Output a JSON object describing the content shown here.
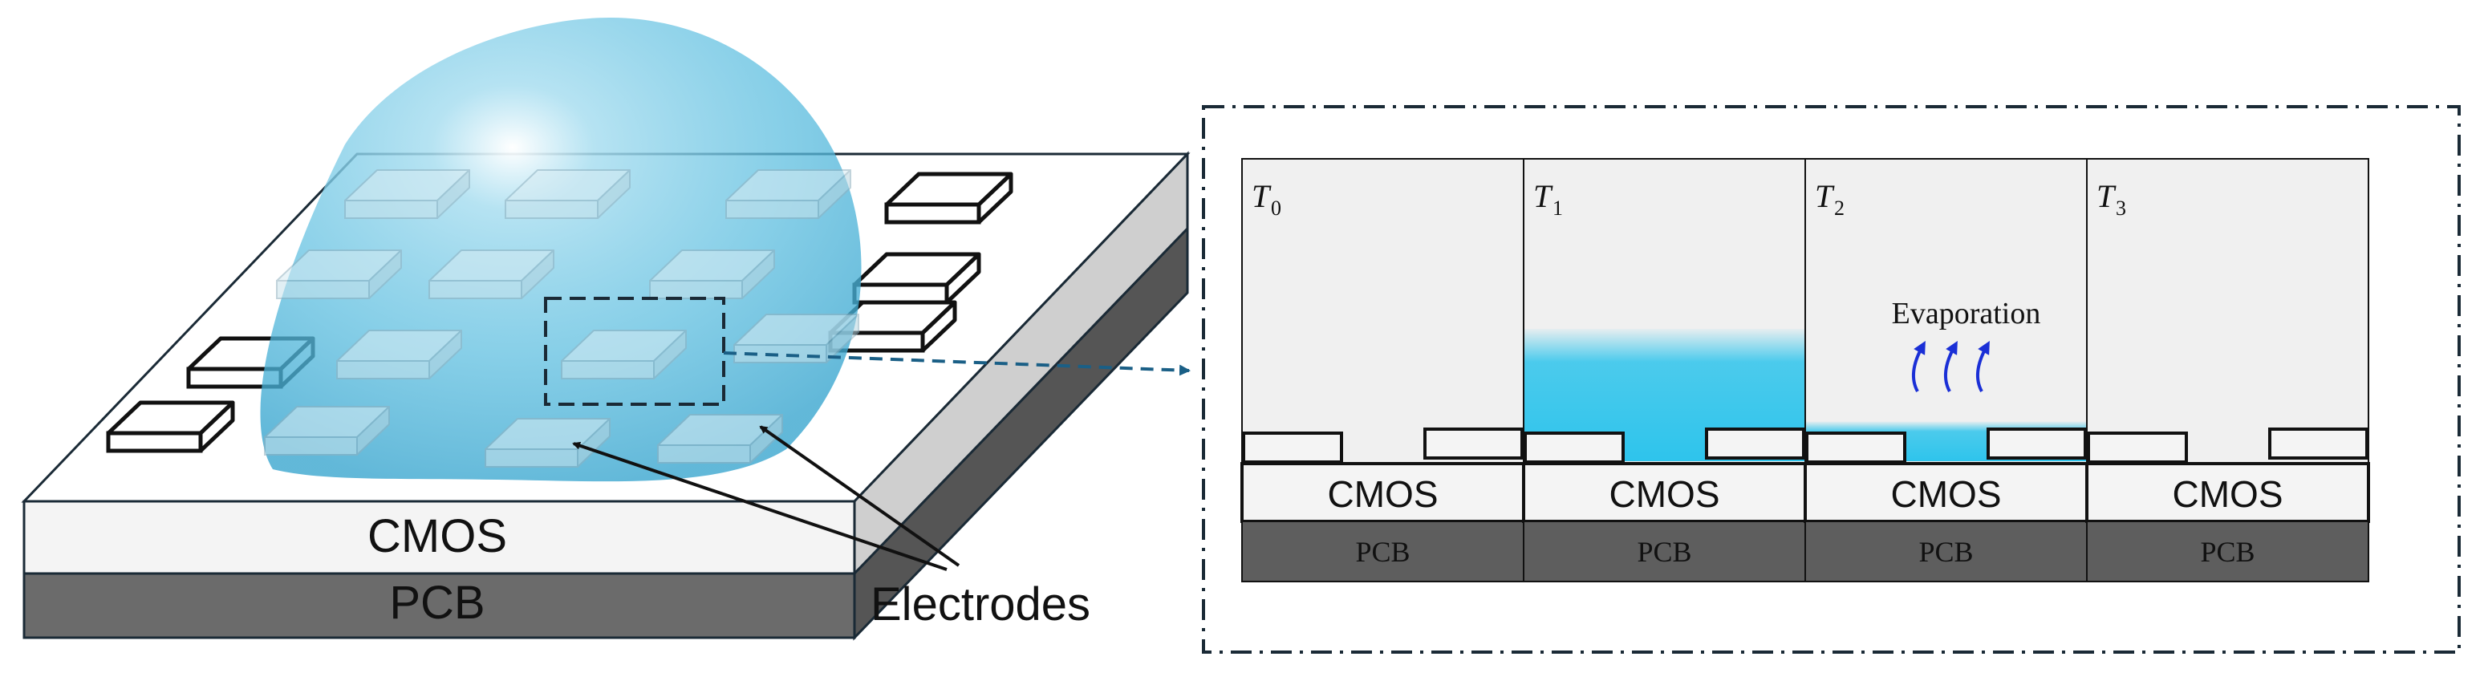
{
  "left_figure": {
    "layer_top": "CMOS",
    "layer_bottom": "PCB",
    "callout": "Electrodes",
    "colors": {
      "droplet": "#5fbfe0",
      "pcb": "#6b6b6b",
      "cmos": "#f4f4f4"
    }
  },
  "right_figure": {
    "panels": [
      {
        "t_label": "T",
        "t_sub": "0",
        "cmos": "CMOS",
        "pcb": "PCB",
        "water_level": 0
      },
      {
        "t_label": "T",
        "t_sub": "1",
        "cmos": "CMOS",
        "pcb": "PCB",
        "water_level": 1
      },
      {
        "t_label": "T",
        "t_sub": "2",
        "cmos": "CMOS",
        "pcb": "PCB",
        "water_level": 0.3,
        "annotation": "Evaporation"
      },
      {
        "t_label": "T",
        "t_sub": "3",
        "cmos": "CMOS",
        "pcb": "PCB",
        "water_level": 0
      }
    ],
    "colors": {
      "water": "#2ec4ec",
      "panel_bg": "#f0f0f0",
      "pcb": "#5e5e5e",
      "arrow": "#1a2fd6"
    }
  }
}
